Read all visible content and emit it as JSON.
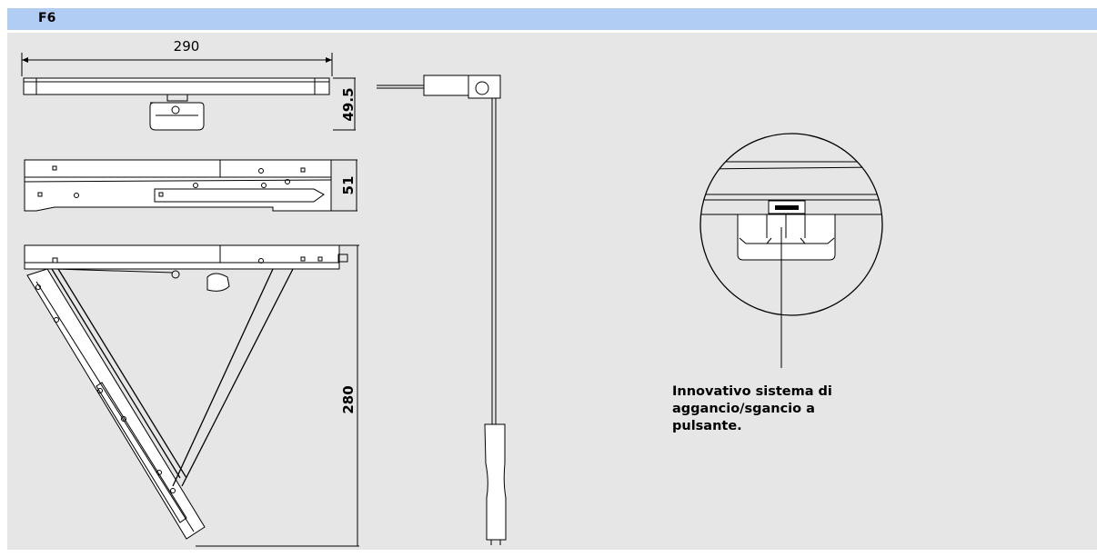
{
  "header": {
    "title": "F6"
  },
  "dimensions": {
    "width_top": "290",
    "height_closed_a": "49.5",
    "height_closed_b": "51",
    "height_open": "280"
  },
  "caption": {
    "line1": "Innovativo sistema di",
    "line2": "aggancio/sgancio a",
    "line3": "pulsante."
  },
  "colors": {
    "header_bar": "#b2cdf3",
    "panel": "#e6e6e6"
  }
}
